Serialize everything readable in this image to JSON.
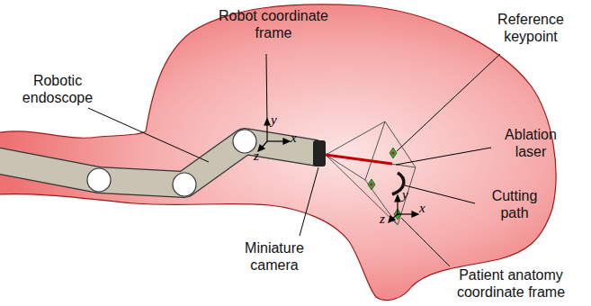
{
  "diagram": {
    "labels": [
      "Robot coordinate frame",
      "Robotic endoscope",
      "Reference keypoint",
      "Ablation laser",
      "Cutting path",
      "Miniature camera",
      "Patient anatomy coordinate frame",
      "y",
      "x",
      "z",
      "y",
      "x",
      "z"
    ]
  }
}
